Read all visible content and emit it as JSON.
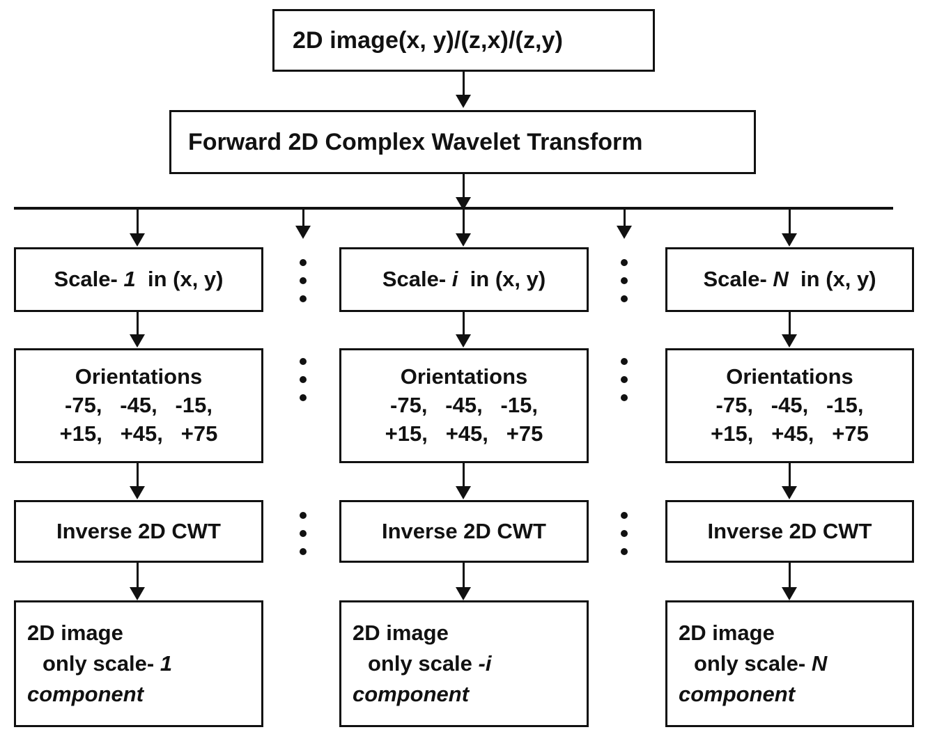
{
  "diagram": {
    "title": "2D Complex Wavelet Transform scale decomposition flowchart",
    "colors": {
      "stroke": "#111111",
      "background": "#ffffff"
    },
    "input_box": {
      "label": "2D  image(x, y)/(z,x)/(z,y)"
    },
    "transform_box": {
      "label": "Forward  2D Complex Wavelet Transform"
    },
    "columns": [
      {
        "id": "scale-1",
        "scale_symbol": "1",
        "scale": {
          "prefix": "Scale-",
          "symbol": "1",
          "suffix": "in (x, y)"
        },
        "orientations": {
          "title": "Orientations",
          "row1": "-75,   -45,   -15,",
          "row2": "+15,   +45,   +75",
          "values": [
            -75,
            -45,
            -15,
            15,
            45,
            75
          ]
        },
        "inverse": {
          "label": "Inverse   2D CWT"
        },
        "result": {
          "line1": "2D  image",
          "line2_prefix": " only scale-",
          "line2_symbol": "1",
          "line3": "component"
        }
      },
      {
        "id": "scale-i",
        "scale_symbol": "i",
        "scale": {
          "prefix": "Scale-",
          "symbol": "i",
          "suffix": "in (x, y)"
        },
        "orientations": {
          "title": "Orientations",
          "row1": "-75,   -45,   -15,",
          "row2": "+15,   +45,   +75",
          "values": [
            -75,
            -45,
            -15,
            15,
            45,
            75
          ]
        },
        "inverse": {
          "label": "Inverse   2D CWT"
        },
        "result": {
          "line1": "2D  image",
          "line2_prefix": " only scale",
          "line2_symbol": "-i",
          "line3": "component"
        }
      },
      {
        "id": "scale-N",
        "scale_symbol": "N",
        "scale": {
          "prefix": "Scale-",
          "symbol": "N",
          "suffix": "in (x, y)"
        },
        "orientations": {
          "title": "Orientations",
          "row1": "-75,   -45,   -15,",
          "row2": "+15,   +45,   +75",
          "values": [
            -75,
            -45,
            -15,
            15,
            45,
            75
          ]
        },
        "inverse": {
          "label": "Inverse   2D CWT"
        },
        "result": {
          "line1": "2D  image",
          "line2_prefix": " only scale-",
          "line2_symbol": "N",
          "line3": "component"
        }
      }
    ],
    "ellipsis": {
      "glyph": "vertical-ellipsis",
      "dots": 3,
      "meaning": "continued scales"
    }
  }
}
